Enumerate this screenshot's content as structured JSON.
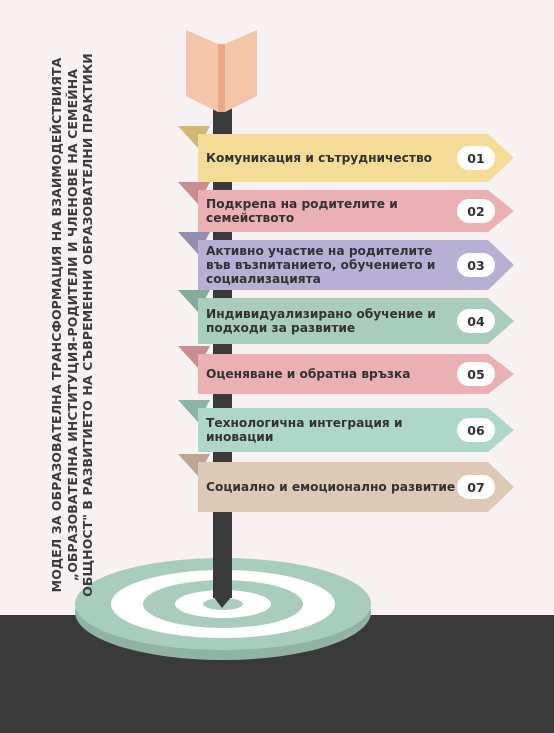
{
  "title_lines": [
    "МОДЕЛ ЗА ОБРАЗОВАТЕЛНА ТРАНСФОРМАЦИЯ НА ВЗАИМОДЕЙСТВИЯТА",
    "„ОБРАЗОВАТЕЛНА ИНСТИТУЦИЯ-РОДИТЕЛИ И ЧЛЕНОВЕ НА СЕМЕЙНА",
    "ОБЩНОСТ\" В РАЗВИТИЕТО НА СЪВРЕМЕННИ ОБРАЗОВАТЕЛНИ ПРАКТИКИ"
  ],
  "steps": [
    {
      "number": "01",
      "label": "Комуникация и сътрудничество",
      "color": "#f5dc96"
    },
    {
      "number": "02",
      "label": "Подкрепа на родителите и семейството",
      "color": "#ebb0b3"
    },
    {
      "number": "03",
      "label": "Активно участие на родителите във възпитанието, обучението и социализацията",
      "color": "#b7b0d4"
    },
    {
      "number": "04",
      "label": "Индивидуализирано обучение и подходи за развитие",
      "color": "#a9cdbd"
    },
    {
      "number": "05",
      "label": "Оценяване и обратна връзка",
      "color": "#ebb0b3"
    },
    {
      "number": "06",
      "label": "Технологична интеграция и иновации",
      "color": "#aed7c9"
    },
    {
      "number": "07",
      "label": "Социално и емоционално развитие",
      "color": "#ddc9b6"
    }
  ],
  "colors": {
    "arrow_shaft": "#3a3a3a",
    "fletching": "#f4c5a8",
    "target_outer": "#a9cdbd",
    "target_inner": "#ffffff",
    "ground": "#3a3a3a"
  }
}
